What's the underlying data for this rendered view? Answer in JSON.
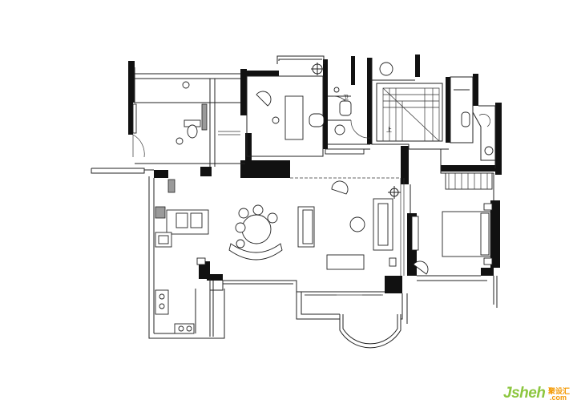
{
  "floor_plan": {
    "labels": {
      "bathroom_label": "卫",
      "stair_label": "上"
    }
  },
  "watermark": {
    "brand": "Jsheh",
    "brand_cn": "聚设汇",
    "domain_suffix": ".com",
    "colors": {
      "brand": "#8cc63f",
      "accent": "#f39800"
    }
  }
}
